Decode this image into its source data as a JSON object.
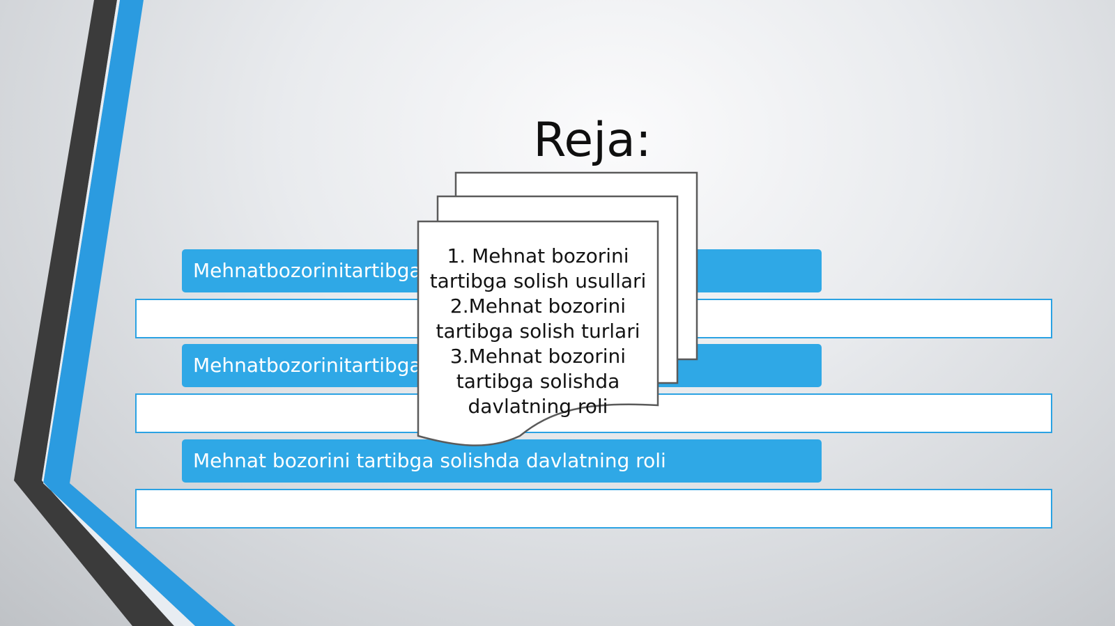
{
  "slide": {
    "title": "Reja:",
    "bars": [
      {
        "text": "Mehnatbozorinitartibga"
      },
      {
        "text": "Mehnatbozorinitartibga"
      },
      {
        "text": "Mehnat bozorini tartibga solishda  davlatning roli"
      }
    ],
    "document_lines": [
      "1. Mehnat  bozorini",
      "tartibga  solish usullari",
      "2.Mehnat bozorini",
      "tartibga solish turlari",
      "3.Mehnat bozorini",
      "tartibga solishda",
      "davlatning  roli"
    ]
  },
  "colors": {
    "accent": "#2fa8e6",
    "dark_stripe": "#3b3b3b",
    "background": "#e9ebee"
  }
}
